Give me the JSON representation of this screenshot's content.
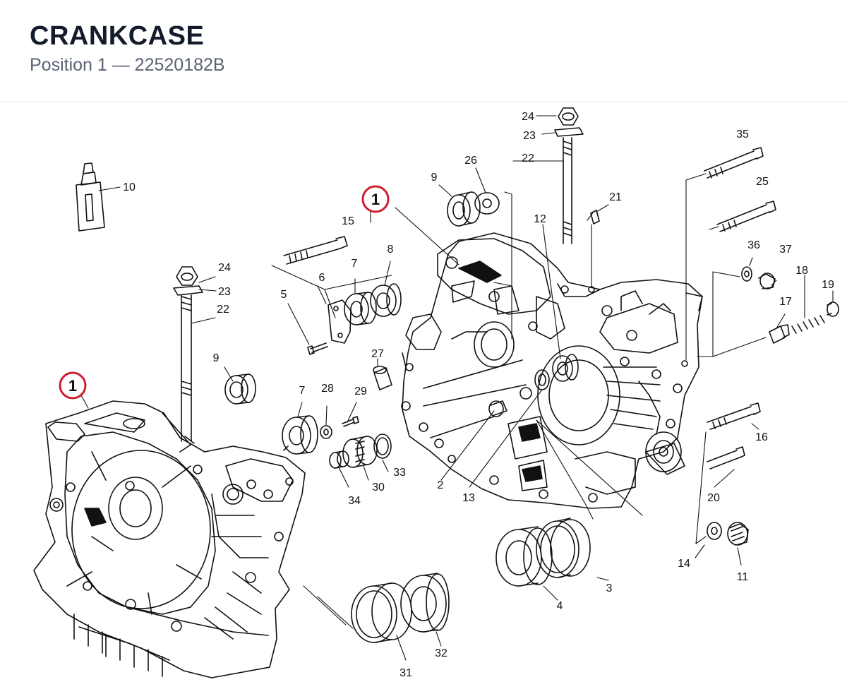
{
  "header": {
    "title": "CRANKCASE",
    "subtitle": "Position 1 — 22520182B"
  },
  "colors": {
    "highlight": "#c8202f",
    "ink": "#111111"
  },
  "diagram": {
    "callouts": {
      "highlight_left": "1",
      "highlight_right": "1",
      "c24a": "24",
      "c23a": "23",
      "c22a": "22",
      "c35": "35",
      "c26": "26",
      "c9a": "9",
      "c21": "21",
      "c25": "25",
      "c12": "12",
      "c36": "36",
      "c37": "37",
      "c18": "18",
      "c19": "19",
      "c17": "17",
      "c10": "10",
      "c15": "15",
      "c24b": "24",
      "c23b": "23",
      "c22b": "22",
      "c7a": "7",
      "c8": "8",
      "c6": "6",
      "c5": "5",
      "c27": "27",
      "c9b": "9",
      "c7b": "7",
      "c28": "28",
      "c29": "29",
      "c33": "33",
      "c30": "30",
      "c34": "34",
      "c2": "2",
      "c13": "13",
      "c16": "16",
      "c20": "20",
      "c14": "14",
      "c11": "11",
      "c3": "3",
      "c4": "4",
      "c32": "32",
      "c31": "31"
    }
  }
}
